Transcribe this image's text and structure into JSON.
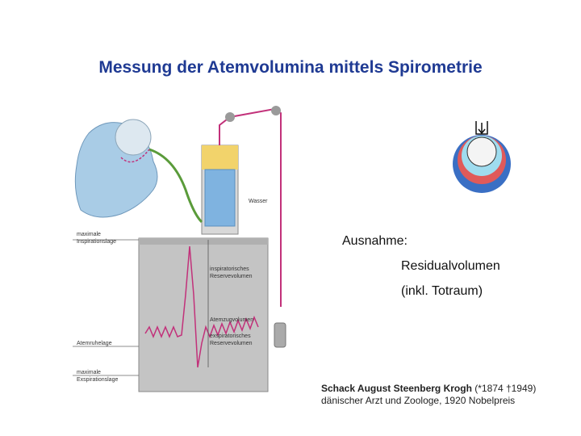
{
  "title": "Messung der Atemvolumina mittels Spirometrie",
  "exception": {
    "heading": "Ausnahme:",
    "item": "Residualvolumen",
    "note": "(inkl. Totraum)"
  },
  "credit": {
    "name": "Schack August Steenberg Krogh",
    "dates": "(*1874 †1949)",
    "description": "dänischer Arzt und Zoologe, 1920 Nobelpreis"
  },
  "diagram_labels": {
    "water": "Wasser",
    "max_inspiration": [
      "maximale",
      "Inspirationslage"
    ],
    "rest_position": "Atemruhelage",
    "max_expiration": [
      "maximale",
      "Exspirationslage"
    ],
    "insp_reserve": [
      "inspiratorisches",
      "Reservevolumen"
    ],
    "tidal_volume": "Atemzugvolumen",
    "exp_reserve": [
      "exspiratorisches",
      "Reservevolumen"
    ]
  },
  "colors": {
    "title": "#1f3a93",
    "tube": "#c2317a",
    "water_fill": "#f2d36b",
    "bell": "#7fb3e0",
    "drum": "#c4c4c4",
    "person": "#a9cce6",
    "lung_blue": "#3a6fc4",
    "lung_red": "#e05a5a",
    "lung_cyan": "#9fdcef"
  },
  "icons": [
    "spirometer-apparatus-illustration",
    "lung-volume-icon"
  ]
}
